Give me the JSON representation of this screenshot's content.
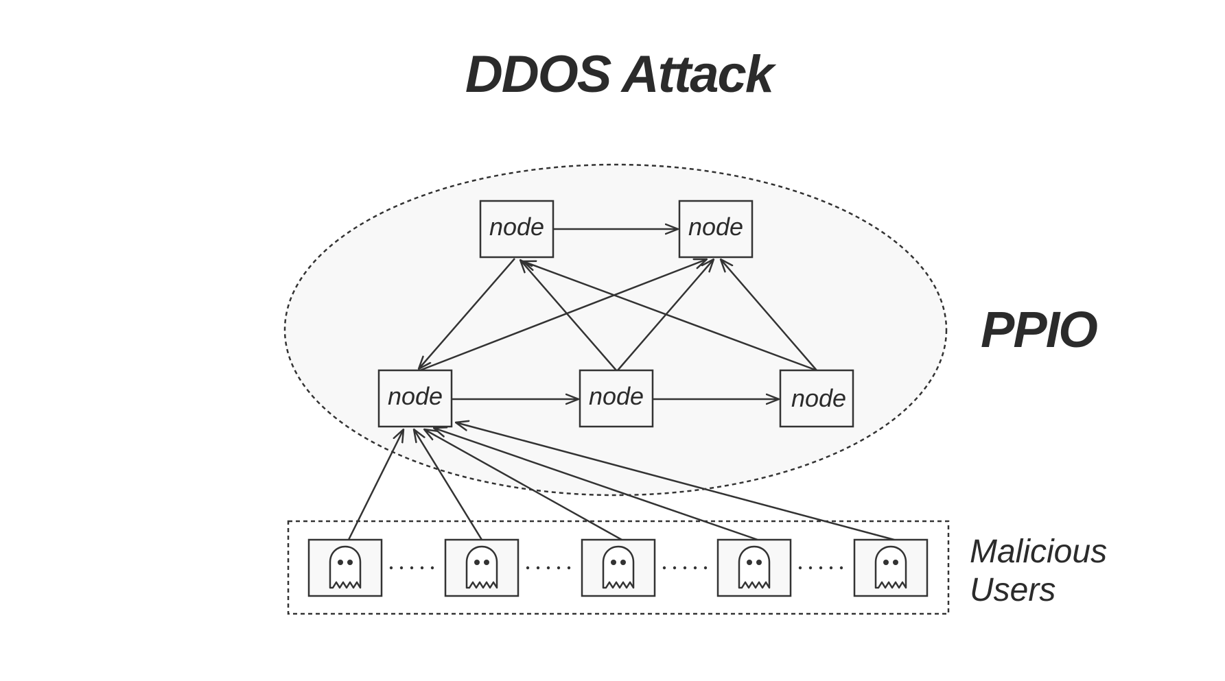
{
  "title": "DDOS Attack",
  "network_label": "PPIO",
  "users_label_line1": "Malicious",
  "users_label_line2": "Users",
  "node_label": "node",
  "colors": {
    "ink": "#333333",
    "cloud_fill": "#f8f8f8",
    "background": "#ffffff"
  },
  "nodes": [
    {
      "id": "top-left",
      "label": "node"
    },
    {
      "id": "top-right",
      "label": "node"
    },
    {
      "id": "bottom-left",
      "label": "node"
    },
    {
      "id": "bottom-middle",
      "label": "node"
    },
    {
      "id": "bottom-right",
      "label": "node"
    }
  ],
  "node_edges": [
    {
      "from": "top-left",
      "to": "top-right"
    },
    {
      "from": "top-left",
      "to": "bottom-left"
    },
    {
      "from": "bottom-left",
      "to": "top-right"
    },
    {
      "from": "bottom-middle",
      "to": "top-left"
    },
    {
      "from": "bottom-middle",
      "to": "top-right"
    },
    {
      "from": "bottom-right",
      "to": "top-left"
    },
    {
      "from": "bottom-right",
      "to": "top-right"
    },
    {
      "from": "bottom-left",
      "to": "bottom-middle"
    },
    {
      "from": "bottom-middle",
      "to": "bottom-right"
    }
  ],
  "malicious_users": [
    {
      "id": "user-1",
      "icon": "ghost-icon",
      "target": "bottom-left"
    },
    {
      "id": "user-2",
      "icon": "ghost-icon",
      "target": "bottom-left"
    },
    {
      "id": "user-3",
      "icon": "ghost-icon",
      "target": "bottom-left"
    },
    {
      "id": "user-4",
      "icon": "ghost-icon",
      "target": "bottom-left"
    },
    {
      "id": "user-5",
      "icon": "ghost-icon",
      "target": "bottom-left"
    }
  ],
  "separator": "·····"
}
